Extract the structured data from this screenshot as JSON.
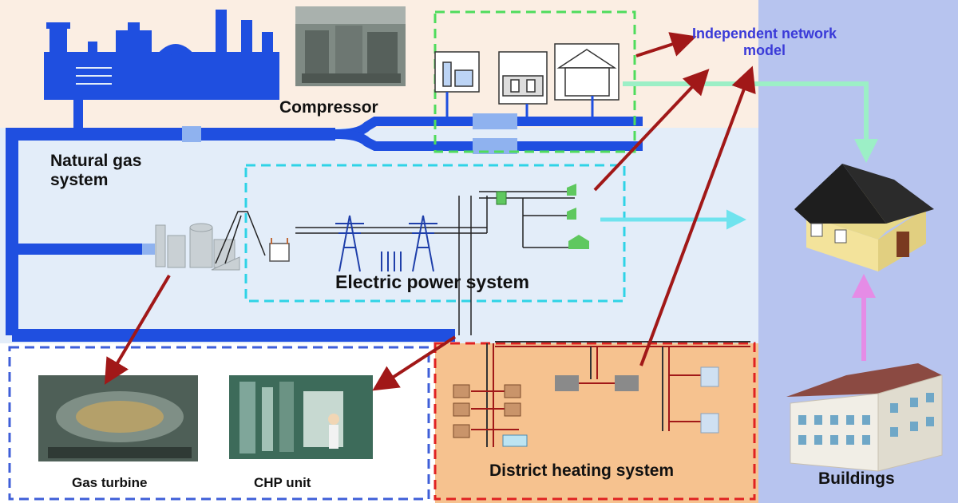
{
  "labels": {
    "compressor": "Compressor",
    "natural_gas_system": "Natural gas system",
    "electric_power_system": "Electric power system",
    "independent_network_model": "Independent network model",
    "gas_turbine": "Gas turbine",
    "chp_unit": "CHP unit",
    "district_heating_system": "District heating system",
    "buildings": "Buildings"
  },
  "icons": {
    "substation_station": "power-plant-icon",
    "shop": "shop-icon",
    "house_small": "house-outline-icon",
    "transmission_tower": "transmission-tower-icon",
    "transformer": "transformer-icon",
    "ev_charger": "ev-charger-icon",
    "residential_house": "house-3d-icon",
    "apartment": "apartment-building-icon",
    "factory": "factory-icon"
  },
  "colors": {
    "pipeline": "#1f4fe0",
    "gas_region": "#fbeee3",
    "power_region": "#e3edf9",
    "buildings_region": "#b7c4ef",
    "heating_region": "#f6c28f",
    "arrow_red": "#a11818",
    "arrow_green": "#9cefc6",
    "arrow_cyan": "#6fe3ee",
    "arrow_pink": "#e58ce6",
    "box_green": "#4fdc5c",
    "box_cyan": "#2fd3e6",
    "box_blue": "#3f5fd8",
    "box_red": "#e02222",
    "text_blue": "#3a3ad8"
  }
}
